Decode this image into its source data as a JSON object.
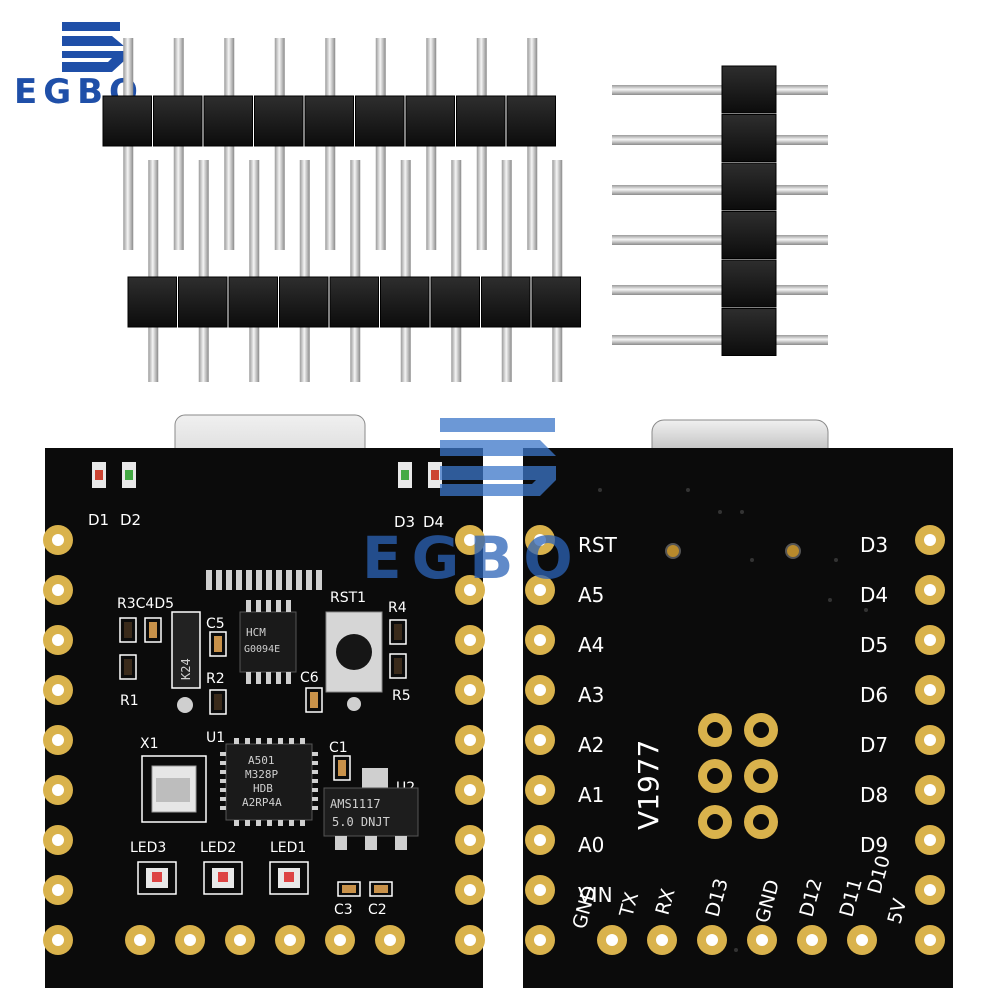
{
  "brand": {
    "logo_text": "EGBO",
    "color": "#1f4fa8"
  },
  "front_board": {
    "labels": {
      "d1": "D1",
      "d2": "D2",
      "d3": "D3",
      "d4": "D4",
      "r3c4d5": "R3C4D5",
      "r1": "R1",
      "r2": "R2",
      "r4": "R4",
      "r5": "R5",
      "c5": "C5",
      "c6": "C6",
      "c1": "C1",
      "c2": "C2",
      "c3": "C3",
      "rst1": "RST1",
      "u1": "U1",
      "u2": "U2",
      "x1": "X1",
      "led1": "LED1",
      "led2": "LED2",
      "led3": "LED3"
    },
    "chips": {
      "mcu_line1": "A501",
      "mcu_line2": "M328P",
      "mcu_line3": "HDB",
      "mcu_line4": "A2RP4A",
      "usb_chip_line1": "HCM",
      "usb_chip_line2": "G0094E",
      "regulator_line1": "AMS1117",
      "regulator_line2": "5.0 DNJT",
      "diode": "K24"
    }
  },
  "back_board": {
    "left_pins": [
      "RST",
      "A5",
      "A4",
      "A3",
      "A2",
      "A1",
      "A0",
      "VIN"
    ],
    "right_pins": [
      "D3",
      "D4",
      "D5",
      "D6",
      "D7",
      "D8",
      "D9"
    ],
    "bottom_pins": [
      "GND",
      "TX",
      "RX",
      "D13",
      "GND",
      "D12",
      "D11",
      "D10",
      "5V"
    ],
    "version": "V1977"
  },
  "colors": {
    "pcb": "#0b0b0b",
    "pad": "#d9b24c",
    "silkscreen": "#ffffff",
    "header": "#1c1c1c",
    "pin": "#d6d6d6"
  }
}
